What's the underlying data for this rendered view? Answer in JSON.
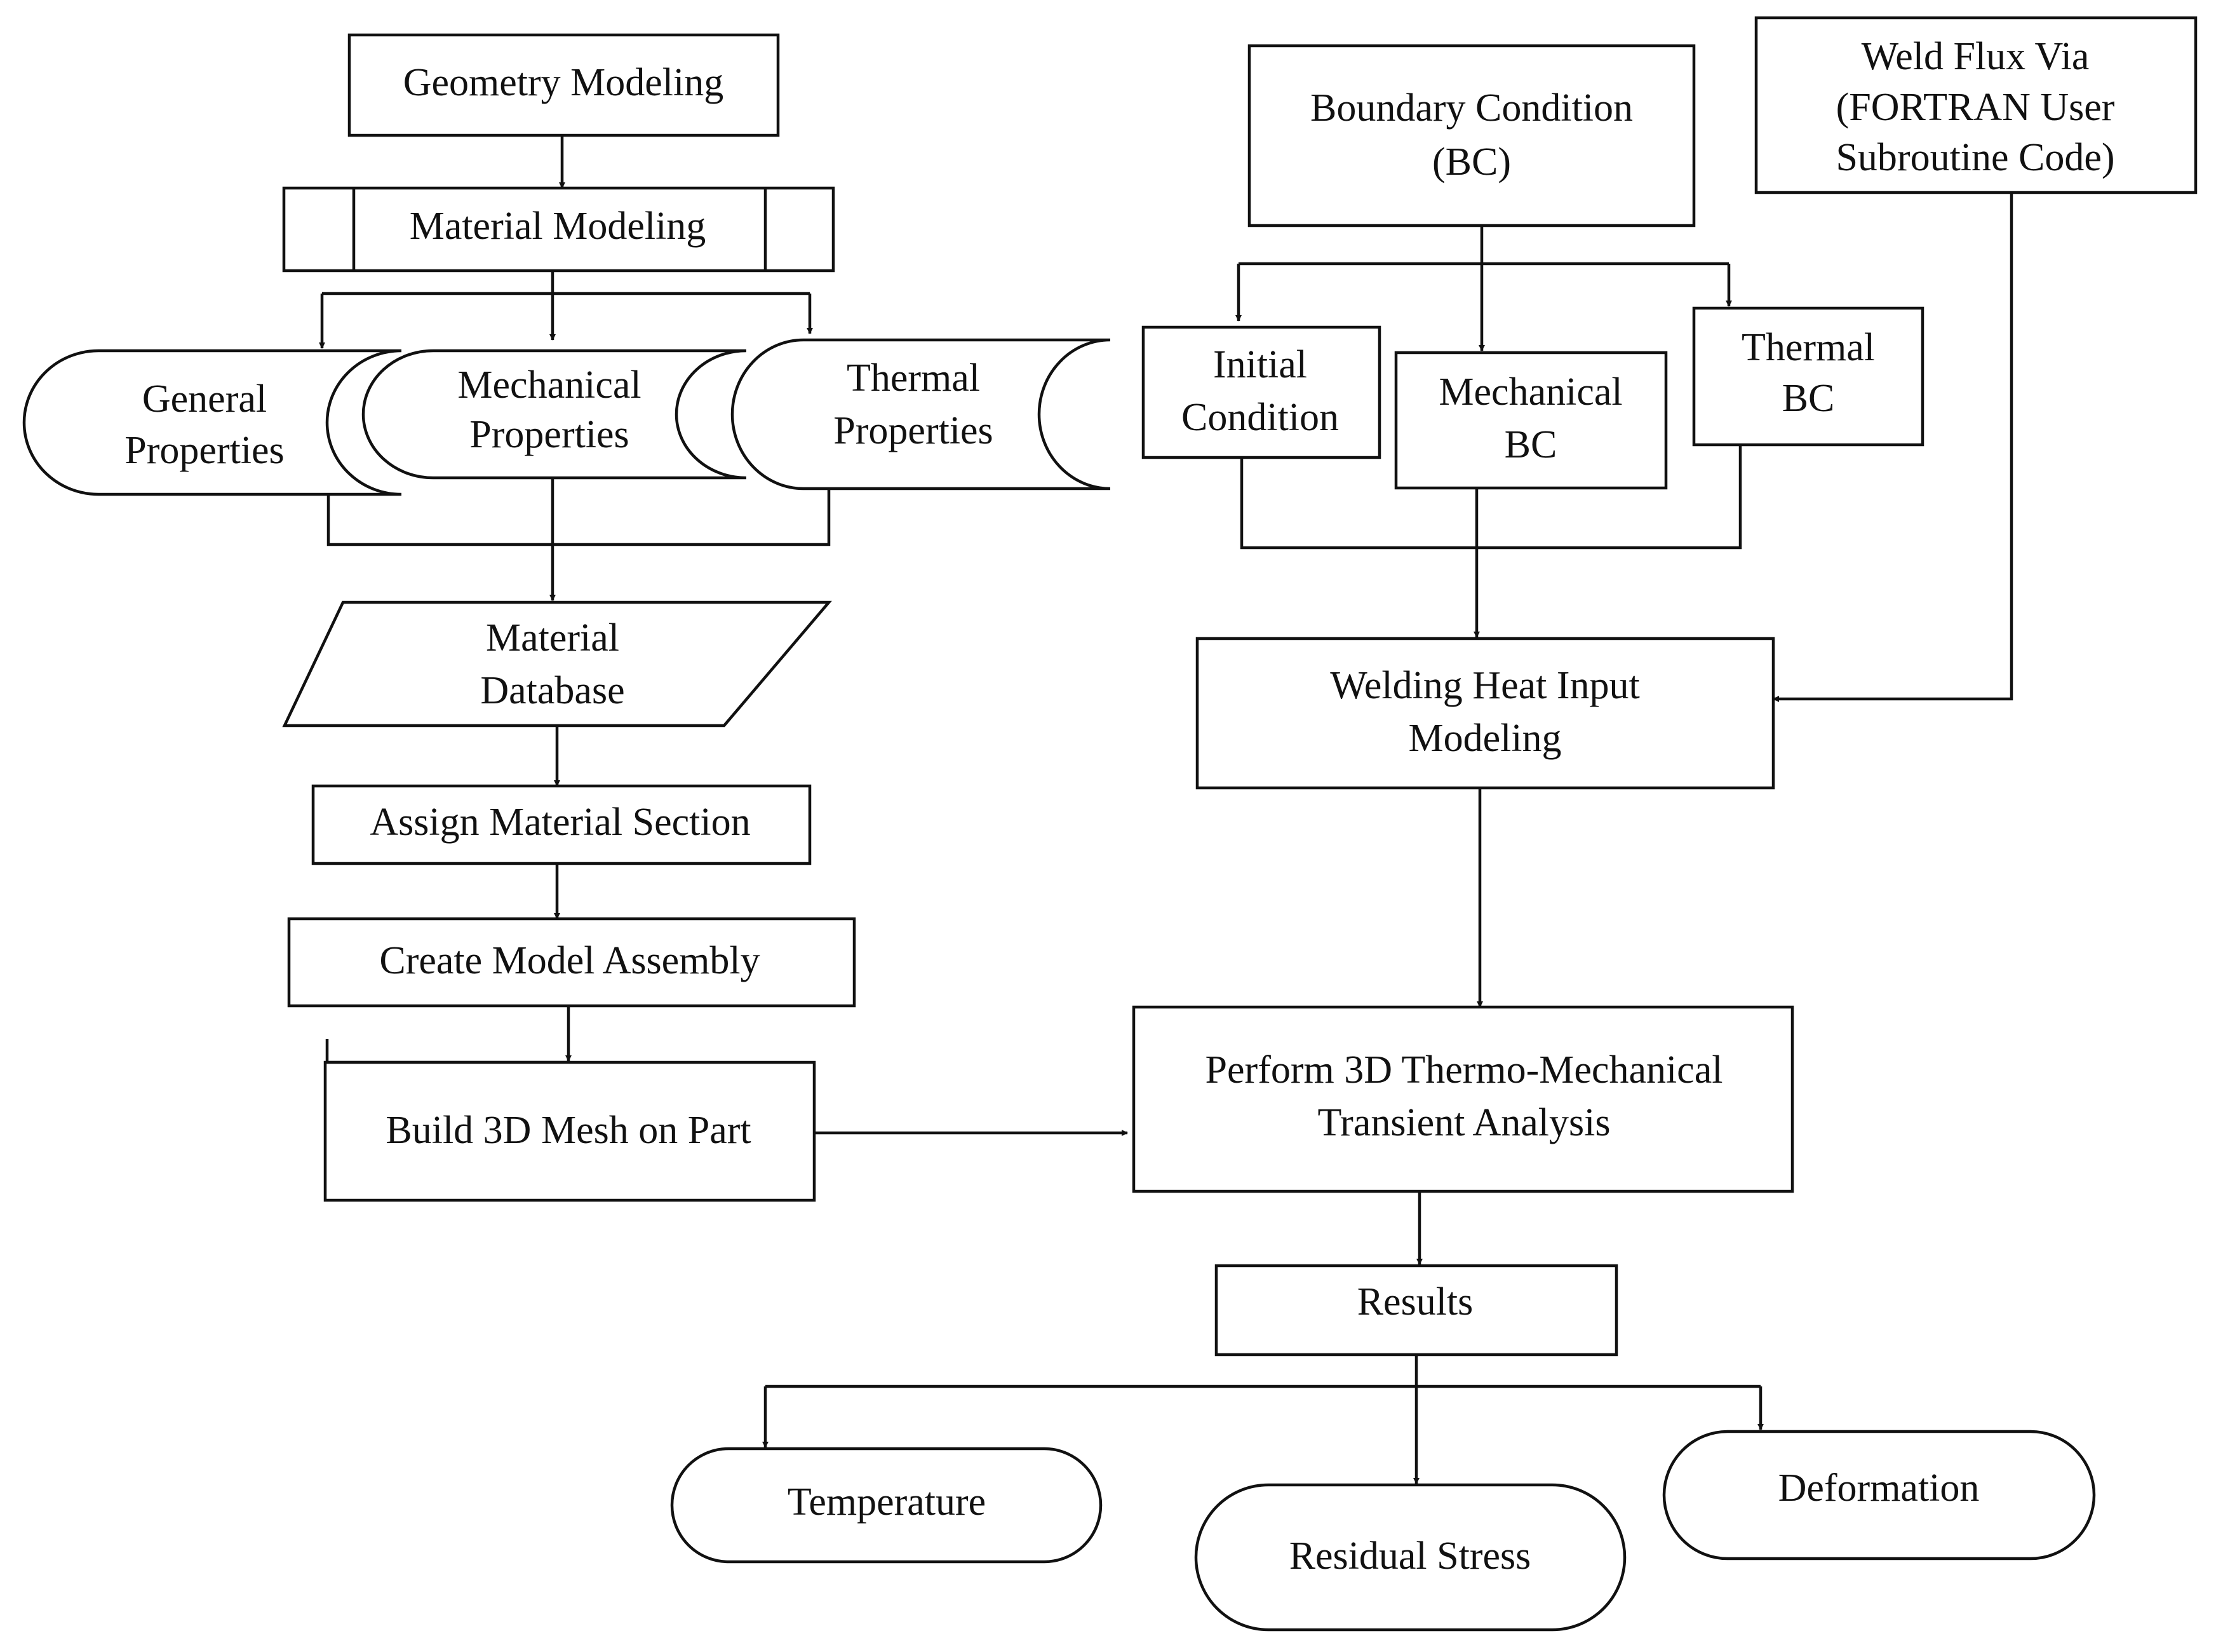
{
  "nodes": {
    "geometry_modeling": "Geometry Modeling",
    "material_modeling": "Material Modeling",
    "general_properties": [
      "General",
      "Properties"
    ],
    "mechanical_properties": [
      "Mechanical",
      "Properties"
    ],
    "thermal_properties": [
      "Thermal",
      "Properties"
    ],
    "material_database": [
      "Material",
      "Database"
    ],
    "assign_material_section": "Assign Material Section",
    "create_model_assembly": "Create Model Assembly",
    "build_3d_mesh": "Build 3D Mesh on Part",
    "boundary_condition": [
      "Boundary Condition",
      "(BC)"
    ],
    "weld_flux": [
      "Weld Flux Via",
      "(FORTRAN User",
      "Subroutine Code)"
    ],
    "initial_condition": [
      "Initial",
      "Condition"
    ],
    "mechanical_bc": [
      "Mechanical",
      "BC"
    ],
    "thermal_bc": [
      "Thermal",
      "BC"
    ],
    "welding_heat_input": [
      "Welding Heat Input",
      "Modeling"
    ],
    "perform_analysis": [
      "Perform 3D Thermo-Mechanical",
      "Transient Analysis"
    ],
    "results": "Results",
    "temperature": "Temperature",
    "residual_stress": "Residual Stress",
    "deformation": "Deformation"
  }
}
